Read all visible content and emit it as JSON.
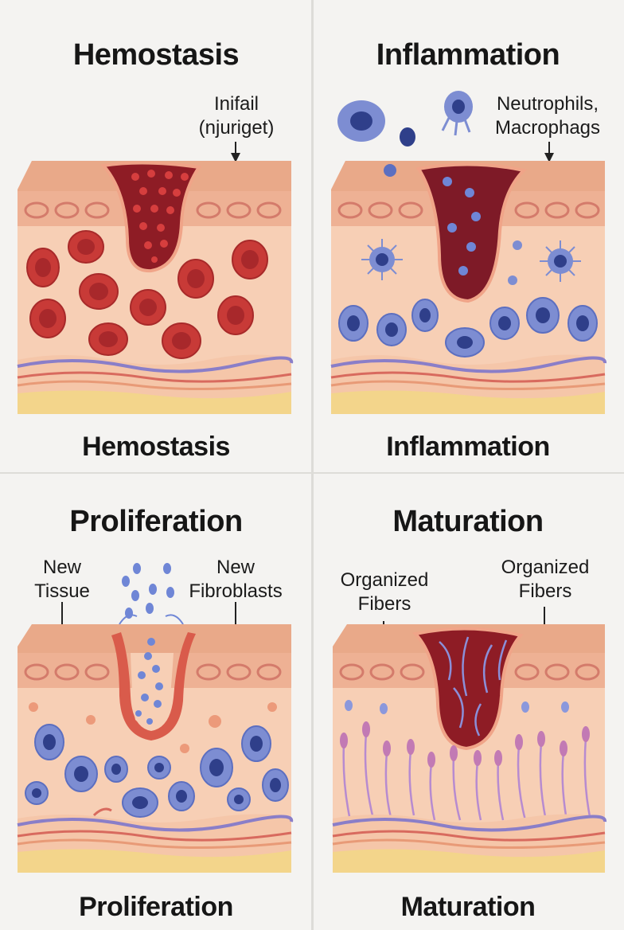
{
  "panels": [
    {
      "title": "Hemostasis",
      "labels": [
        "Inifail",
        "(njuriget)"
      ],
      "caption": "Hemostasis"
    },
    {
      "title": "Inflammation",
      "labels": [
        "Neutrophils,",
        "Macrophags"
      ],
      "caption": "Inflammation"
    },
    {
      "title": "Proliferation",
      "labels_left": [
        "New",
        "Tissue"
      ],
      "labels_right": [
        "New",
        "Fibroblasts"
      ],
      "caption": "Proliferation"
    },
    {
      "title": "Maturation",
      "labels_left": [
        "Organized",
        "Fibers"
      ],
      "labels_right": [
        "Organized",
        "Fibers"
      ],
      "caption": "Maturation"
    }
  ],
  "colors": {
    "background": "#f4f3f1",
    "epidermis": "#ecb28f",
    "dermis": "#f7cfb5",
    "clot": "#8e1c25",
    "red_cell": "#c83a37",
    "immune_cell": "#7d8dd2",
    "fat_layer": "#f3d58b"
  }
}
